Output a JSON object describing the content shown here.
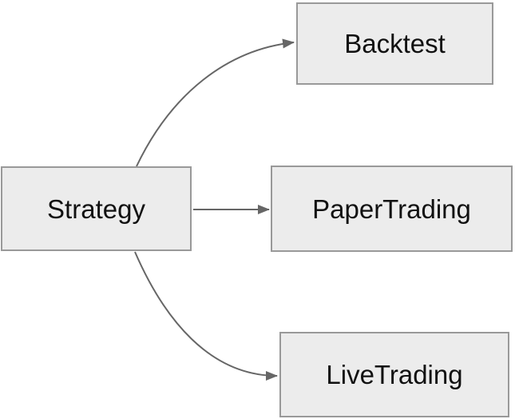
{
  "diagram": {
    "type": "flowchart",
    "direction": "left-to-right",
    "nodes": [
      {
        "id": "strategy",
        "label": "Strategy"
      },
      {
        "id": "backtest",
        "label": "Backtest"
      },
      {
        "id": "papertrading",
        "label": "PaperTrading"
      },
      {
        "id": "livetrading",
        "label": "LiveTrading"
      }
    ],
    "edges": [
      {
        "from": "Strategy",
        "to": "Backtest",
        "shape": "curved-up",
        "arrowhead": "filled-triangle"
      },
      {
        "from": "Strategy",
        "to": "PaperTrading",
        "shape": "straight",
        "arrowhead": "filled-triangle"
      },
      {
        "from": "Strategy",
        "to": "LiveTrading",
        "shape": "curved-down",
        "arrowhead": "filled-triangle"
      }
    ],
    "colors": {
      "background": "#ffffff",
      "node_fill": "#ececec",
      "node_border": "#999999",
      "edge_stroke": "#666666",
      "text": "#111111"
    }
  }
}
